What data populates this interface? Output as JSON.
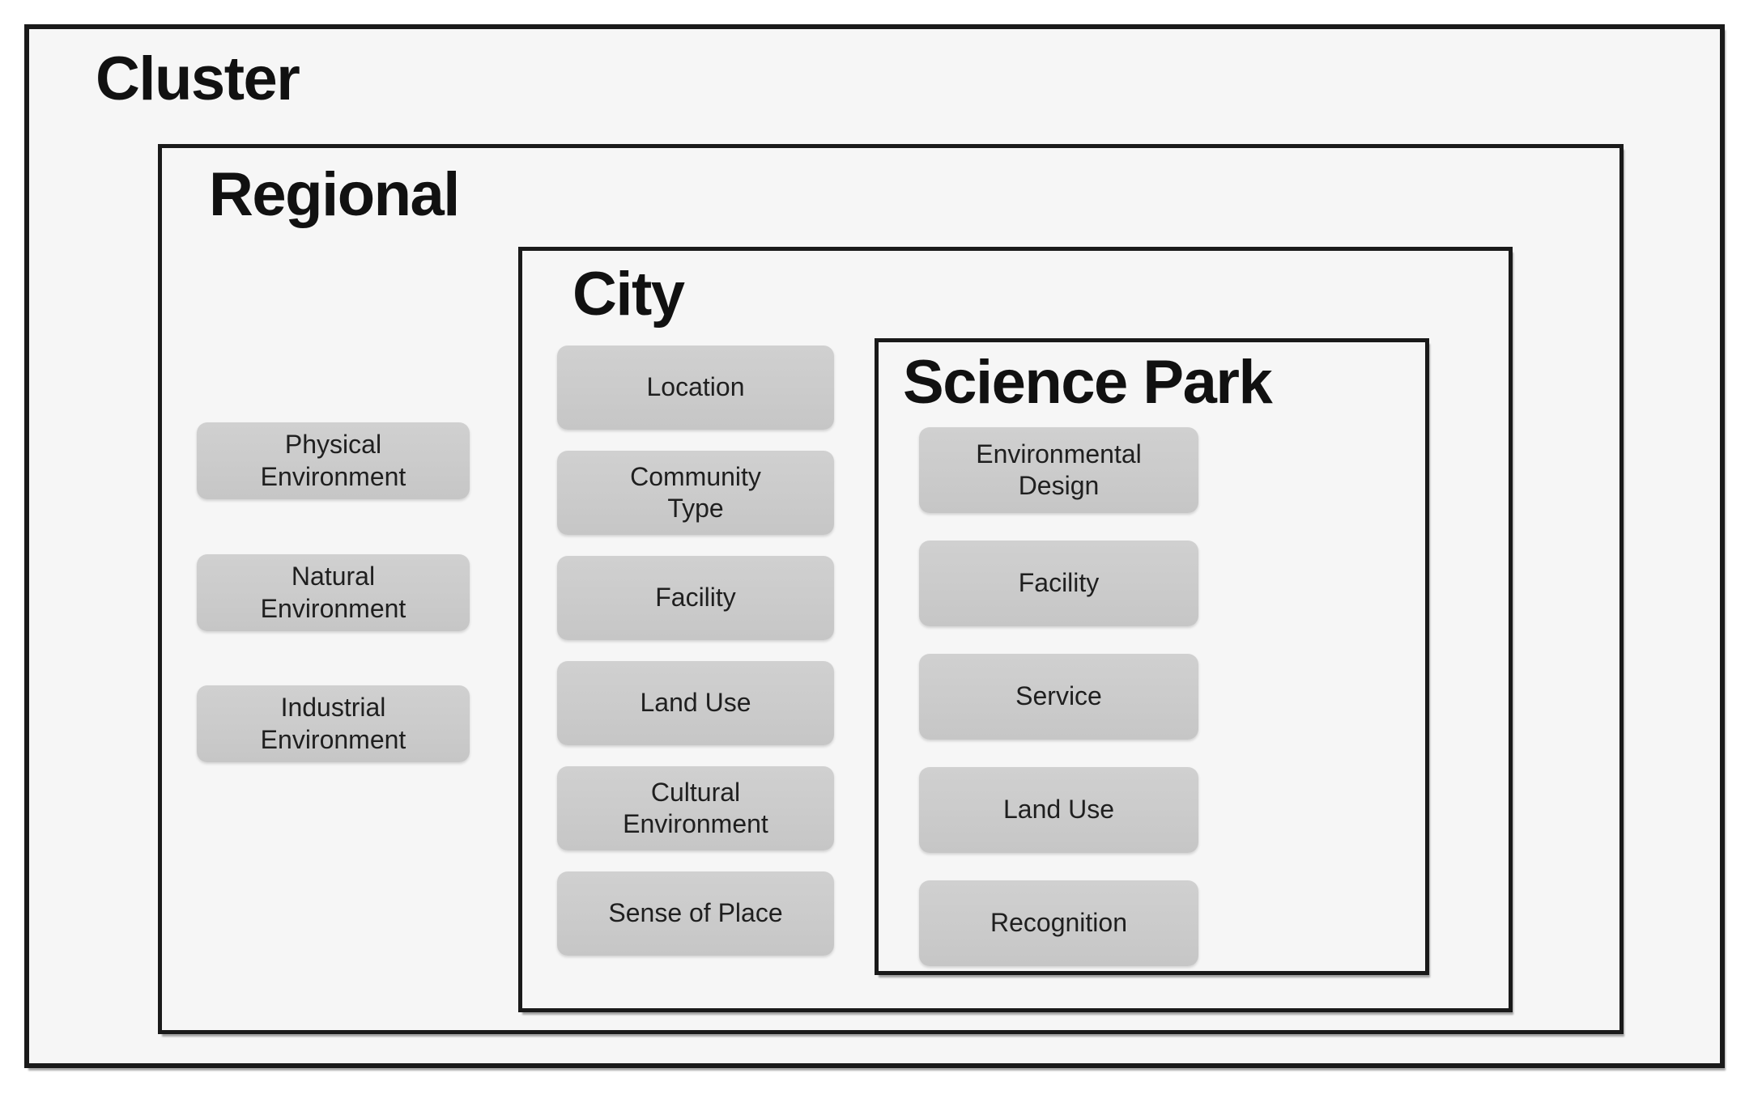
{
  "colors": {
    "page_background": "#ffffff",
    "panel_fill": "#f6f6f6",
    "panel_border": "#1a1a1a",
    "item_fill": "#cbcbcb",
    "text": "#1f1f1f"
  },
  "cluster": {
    "title": "Cluster",
    "regional": {
      "title": "Regional",
      "items": [
        {
          "label": "Physical\nEnvironment"
        },
        {
          "label": "Natural\nEnvironment"
        },
        {
          "label": "Industrial\nEnvironment"
        }
      ],
      "city": {
        "title": "City",
        "items": [
          {
            "label": "Location"
          },
          {
            "label": "Community\nType"
          },
          {
            "label": "Facility"
          },
          {
            "label": "Land Use"
          },
          {
            "label": "Cultural\nEnvironment"
          },
          {
            "label": "Sense of Place"
          }
        ],
        "science_park": {
          "title": "Science Park",
          "items": [
            {
              "label": "Environmental\nDesign"
            },
            {
              "label": "Facility"
            },
            {
              "label": "Service"
            },
            {
              "label": "Land Use"
            },
            {
              "label": "Recognition"
            }
          ]
        }
      }
    }
  }
}
